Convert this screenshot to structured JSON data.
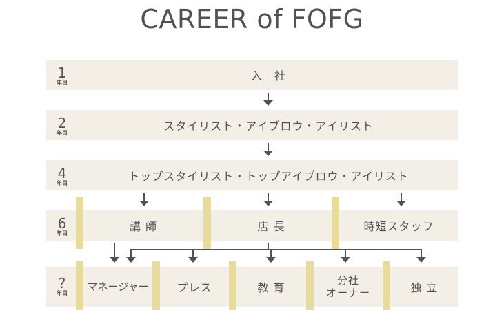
{
  "title": "CAREER of  FOFG",
  "year_unit": "年目",
  "colors": {
    "row_bg": "#f3efe6",
    "accent_bar": "#e8dc9c",
    "text": "#555152",
    "connector": "#555152"
  },
  "stages": [
    {
      "year": "1",
      "label": "入　社"
    },
    {
      "year": "2",
      "label": "スタイリスト・アイブロウ・アイリスト"
    },
    {
      "year": "4",
      "label": "トップスタイリスト・トップアイブロウ・アイリスト"
    },
    {
      "year": "6",
      "options": [
        "講 師",
        "店 長",
        "時短スタッフ"
      ]
    },
    {
      "year": "?",
      "options": [
        "マネージャー",
        "プレス",
        "教 育",
        "分社",
        "独 立"
      ],
      "option_4_line2": "オーナー"
    }
  ]
}
